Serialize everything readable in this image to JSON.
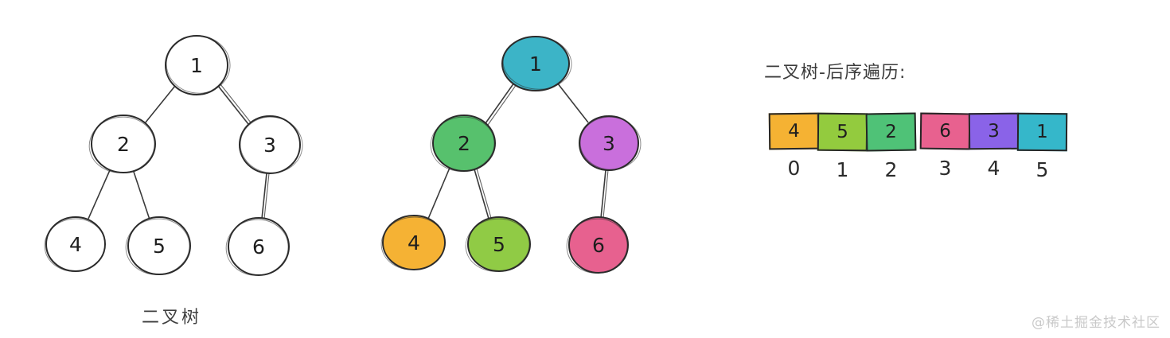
{
  "page": {
    "background": "#ffffff",
    "ink": "#2b2b2b"
  },
  "plain_tree": {
    "caption": "二叉树",
    "nodes": [
      {
        "value": "1"
      },
      {
        "value": "2"
      },
      {
        "value": "3"
      },
      {
        "value": "4"
      },
      {
        "value": "5"
      },
      {
        "value": "6"
      }
    ],
    "edges": [
      "1-2",
      "1-3",
      "2-4",
      "2-5",
      "3-6"
    ]
  },
  "colored_tree": {
    "nodes": [
      {
        "value": "1",
        "color": "#3cb4c7"
      },
      {
        "value": "2",
        "color": "#57c16d"
      },
      {
        "value": "3",
        "color": "#c96fdc"
      },
      {
        "value": "4",
        "color": "#f5b234"
      },
      {
        "value": "5",
        "color": "#90cb45"
      },
      {
        "value": "6",
        "color": "#e7618f"
      }
    ],
    "edges": [
      "1-2",
      "1-3",
      "2-4",
      "2-5",
      "3-6"
    ]
  },
  "traversal": {
    "title": "二叉树-后序遍历:",
    "order": "4,5,2,6,3,1",
    "cells": [
      {
        "value": "4",
        "index": "0",
        "color": "#f5b233"
      },
      {
        "value": "5",
        "index": "1",
        "color": "#93cb3e"
      },
      {
        "value": "2",
        "index": "2",
        "color": "#4fc277"
      },
      {
        "value": "6",
        "index": "3",
        "color": "#e8618f"
      },
      {
        "value": "3",
        "index": "4",
        "color": "#8a63e8"
      },
      {
        "value": "1",
        "index": "5",
        "color": "#35b7ca"
      }
    ]
  },
  "watermark": "@稀土掘金技术社区"
}
